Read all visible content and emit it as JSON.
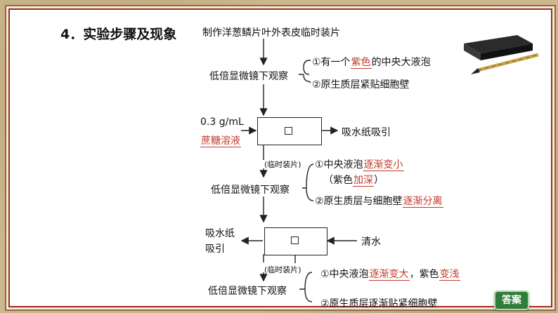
{
  "heading": "4．实验步骤及现象",
  "step1": "制作洋葱鳞片叶外表皮临时装片",
  "observe_label": "低倍显微镜下观察",
  "obs1": {
    "item1_prefix": "①有一个",
    "item1_red": "紫色",
    "item1_suffix": "的中央大液泡",
    "item2": "②原生质层紧贴细胞壁"
  },
  "reagent1": {
    "concentration": "0.3 g/mL",
    "name": "蔗糖溶液",
    "absorb": "吸水纸吸引"
  },
  "mount_label": "(临时装片)",
  "obs2": {
    "item1_prefix": "①中央液泡",
    "item1_red": "逐渐变小",
    "item2_prefix": "（紫色",
    "item2_red": "加深",
    "item2_suffix": "）",
    "item3_prefix": "②原生质层与细胞壁",
    "item3_red": "逐渐分离"
  },
  "reagent2": {
    "absorb_line1": "吸水纸",
    "absorb_line2": "吸引",
    "water": "清水"
  },
  "obs3": {
    "item1_prefix": "①中央液泡",
    "item1_red": "逐渐变大",
    "item1_mid": "，紫色",
    "item1_red2": "变浅",
    "item2": "②原生质层逐渐贴紧细胞壁"
  },
  "answer_button": "答案",
  "colors": {
    "accent_red": "#c0392b",
    "frame_red": "#9b2a22",
    "button_green": "#2f7d3a"
  }
}
